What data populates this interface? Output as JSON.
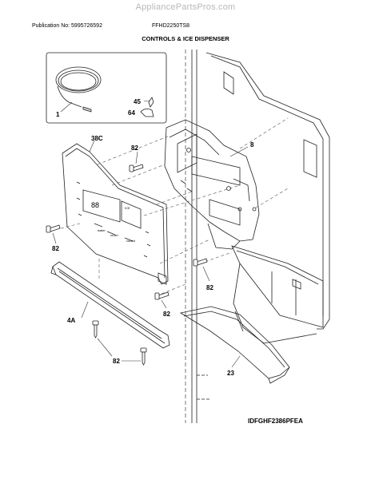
{
  "watermark": "AppliancePartsPros.com",
  "header": {
    "publication": "Publication No: 5995726592",
    "model": "FFHD2250TS8"
  },
  "section_title": "CONTROLS & ICE DISPENSER",
  "diagram_code": "IDFGHF2386PFEA",
  "callouts": {
    "tube": "1",
    "clip_small": "45",
    "clip_bracket": "64",
    "control_panel": "38C",
    "screw_upper": "82",
    "dispenser_assy": "8",
    "screw_left": "82",
    "screw_right": "82",
    "screw_mid": "82",
    "trim": "4A",
    "screw_bottom": "82",
    "drip_tray": "23"
  },
  "panel_text": {
    "ice": "ICE",
    "water": "water",
    "crush": "crush",
    "cubed": "cubed",
    "display": "88"
  },
  "colors": {
    "line": "#222222",
    "leader": "#333333",
    "dash": "#555555",
    "watermark": "#b8b8b8"
  }
}
